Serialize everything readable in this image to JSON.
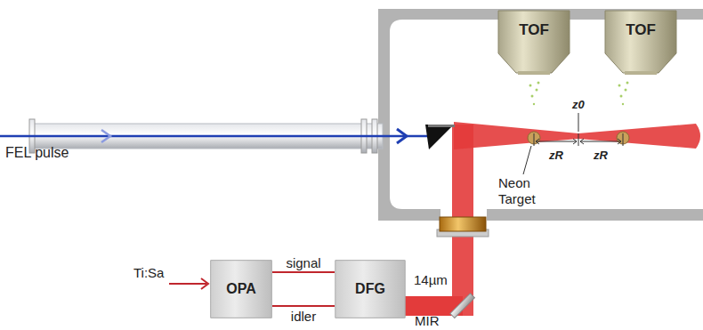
{
  "diagram": {
    "nodes": [
      {
        "text": [
          "TOF"
        ]
      },
      {
        "text": [
          "TOF"
        ]
      },
      {
        "text": [
          "OPA"
        ]
      },
      {
        "text": [
          "DFG"
        ]
      }
    ],
    "edges": [
      {
        "from": 2,
        "to": 3,
        "label": "signal",
        "arrow": "none"
      },
      {
        "from": 2,
        "to": 3,
        "label": "idler",
        "arrow": "none"
      }
    ],
    "labels": [
      "FEL pulse",
      "z0",
      "zR",
      "zR",
      "Neon Target",
      "Ti:Sa",
      "14µm",
      "MIR"
    ]
  }
}
